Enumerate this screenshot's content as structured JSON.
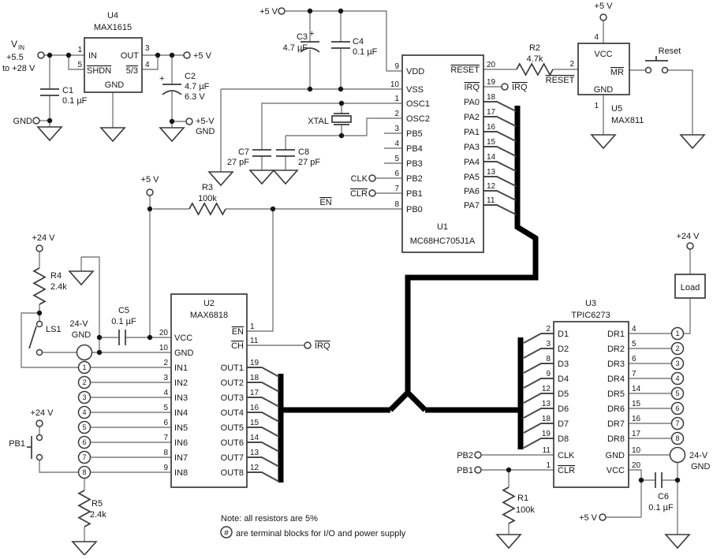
{
  "note": {
    "line1": "Note: all resistors are 5%",
    "hash": "#",
    "line2": "are terminal blocks for I/O and power supply"
  },
  "vin": {
    "v": "V",
    "sub": "IN",
    "range1": "+5.5",
    "range2": "to +28 V"
  },
  "ports": {
    "p5": "+5 V",
    "p24": "+24 V",
    "gnd": "GND",
    "p5v": "+5-V",
    "gnd24": "24-V",
    "clk": "CLK",
    "clr": "CLR",
    "en": "EN",
    "irq": "IRQ",
    "reset": "RESET",
    "pb1": "PB1",
    "pb2": "PB2",
    "reset_sw": "Reset",
    "ls1": "LS1",
    "load": "Load"
  },
  "terminals": [
    "1",
    "2",
    "3",
    "4",
    "5",
    "6",
    "7",
    "8"
  ],
  "r1": {
    "ref": "R1",
    "value": "100k"
  },
  "r2": {
    "ref": "R2",
    "value": "4.7k"
  },
  "r3": {
    "ref": "R3",
    "value": "100k"
  },
  "r4": {
    "ref": "R4",
    "value": "2.4k"
  },
  "r5": {
    "ref": "R5",
    "value": "2.4k"
  },
  "c1": {
    "ref": "C1",
    "value": "0.1 µF"
  },
  "c2": {
    "ref": "C2",
    "value": "4.7 µF",
    "rating": "6.3 V",
    "plus": "+"
  },
  "c3": {
    "ref": "C3",
    "value": "4.7 µF",
    "plus": "+"
  },
  "c4": {
    "ref": "C4",
    "value": "0.1 µF"
  },
  "c5": {
    "ref": "C5",
    "value": "0.1 µF"
  },
  "c6": {
    "ref": "C6",
    "value": "0.1 µF"
  },
  "c7": {
    "ref": "C7",
    "value": "27 pF"
  },
  "c8": {
    "ref": "C8",
    "value": "27 pF"
  },
  "xtal": {
    "label": "XTAL"
  },
  "u4": {
    "ref": "U4",
    "part": "MAX1615",
    "pins": {
      "in": "IN",
      "shdn": "SHDN",
      "out": "OUT",
      "r53": "5/3",
      "gnd": "GND"
    },
    "nums": {
      "in": "1",
      "shdn": "5",
      "out": "3",
      "r53": "4"
    }
  },
  "u5": {
    "ref": "U5",
    "part": "MAX811",
    "pins": {
      "vcc": "VCC",
      "mr": "MR",
      "gnd": "GND"
    },
    "nums": {
      "vcc": "4",
      "rst": "2",
      "gnd": "1"
    }
  },
  "u1": {
    "ref": "U1",
    "part": "MC68HC705J1A",
    "left": [
      {
        "n": "9",
        "p": "VDD"
      },
      {
        "n": "10",
        "p": "VSS"
      },
      {
        "n": "1",
        "p": "OSC1"
      },
      {
        "n": "2",
        "p": "OSC2"
      },
      {
        "n": "3",
        "p": "PB5"
      },
      {
        "n": "4",
        "p": "PB4"
      },
      {
        "n": "5",
        "p": "PB3"
      },
      {
        "n": "6",
        "p": "PB2"
      },
      {
        "n": "7",
        "p": "PB1"
      },
      {
        "n": "8",
        "p": "PB0"
      }
    ],
    "right": [
      {
        "n": "20",
        "p": "RESET"
      },
      {
        "n": "19",
        "p": "IRQ"
      },
      {
        "n": "18",
        "p": "PA0"
      },
      {
        "n": "17",
        "p": "PA2"
      },
      {
        "n": "16",
        "p": "PA1"
      },
      {
        "n": "15",
        "p": "PA3"
      },
      {
        "n": "14",
        "p": "PA4"
      },
      {
        "n": "13",
        "p": "PA5"
      },
      {
        "n": "12",
        "p": "PA6"
      },
      {
        "n": "11",
        "p": "PA7"
      }
    ]
  },
  "u2": {
    "ref": "U2",
    "part": "MAX6818",
    "left": [
      {
        "n": "20",
        "p": "VCC"
      },
      {
        "n": "10",
        "p": "GND"
      },
      {
        "n": "2",
        "p": "IN1"
      },
      {
        "n": "3",
        "p": "IN2"
      },
      {
        "n": "4",
        "p": "IN3"
      },
      {
        "n": "5",
        "p": "IN4"
      },
      {
        "n": "6",
        "p": "IN5"
      },
      {
        "n": "7",
        "p": "IN6"
      },
      {
        "n": "8",
        "p": "IN7"
      },
      {
        "n": "9",
        "p": "IN8"
      }
    ],
    "right": [
      {
        "n": "1",
        "p": "EN"
      },
      {
        "n": "11",
        "p": "CH"
      },
      {
        "n": "19",
        "p": "OUT1"
      },
      {
        "n": "18",
        "p": "OUT2"
      },
      {
        "n": "17",
        "p": "OUT3"
      },
      {
        "n": "16",
        "p": "OUT4"
      },
      {
        "n": "15",
        "p": "OUT5"
      },
      {
        "n": "14",
        "p": "OUT6"
      },
      {
        "n": "13",
        "p": "OUT7"
      },
      {
        "n": "12",
        "p": "OUT8"
      }
    ]
  },
  "u3": {
    "ref": "U3",
    "part": "TPIC6273",
    "left": [
      {
        "n": "2",
        "p": "D1"
      },
      {
        "n": "3",
        "p": "D2"
      },
      {
        "n": "8",
        "p": "D3"
      },
      {
        "n": "9",
        "p": "D4"
      },
      {
        "n": "12",
        "p": "D5"
      },
      {
        "n": "13",
        "p": "D6"
      },
      {
        "n": "18",
        "p": "D7"
      },
      {
        "n": "19",
        "p": "D8"
      },
      {
        "n": "11",
        "p": "CLK"
      },
      {
        "n": "1",
        "p": "CLR"
      }
    ],
    "right": [
      {
        "n": "4",
        "p": "DR1"
      },
      {
        "n": "5",
        "p": "DR2"
      },
      {
        "n": "6",
        "p": "DR3"
      },
      {
        "n": "7",
        "p": "DR4"
      },
      {
        "n": "14",
        "p": "DR5"
      },
      {
        "n": "15",
        "p": "DR6"
      },
      {
        "n": "16",
        "p": "DR7"
      },
      {
        "n": "17",
        "p": "DR8"
      },
      {
        "n": "10",
        "p": "GND"
      },
      {
        "n": "20",
        "p": "VCC"
      }
    ]
  }
}
